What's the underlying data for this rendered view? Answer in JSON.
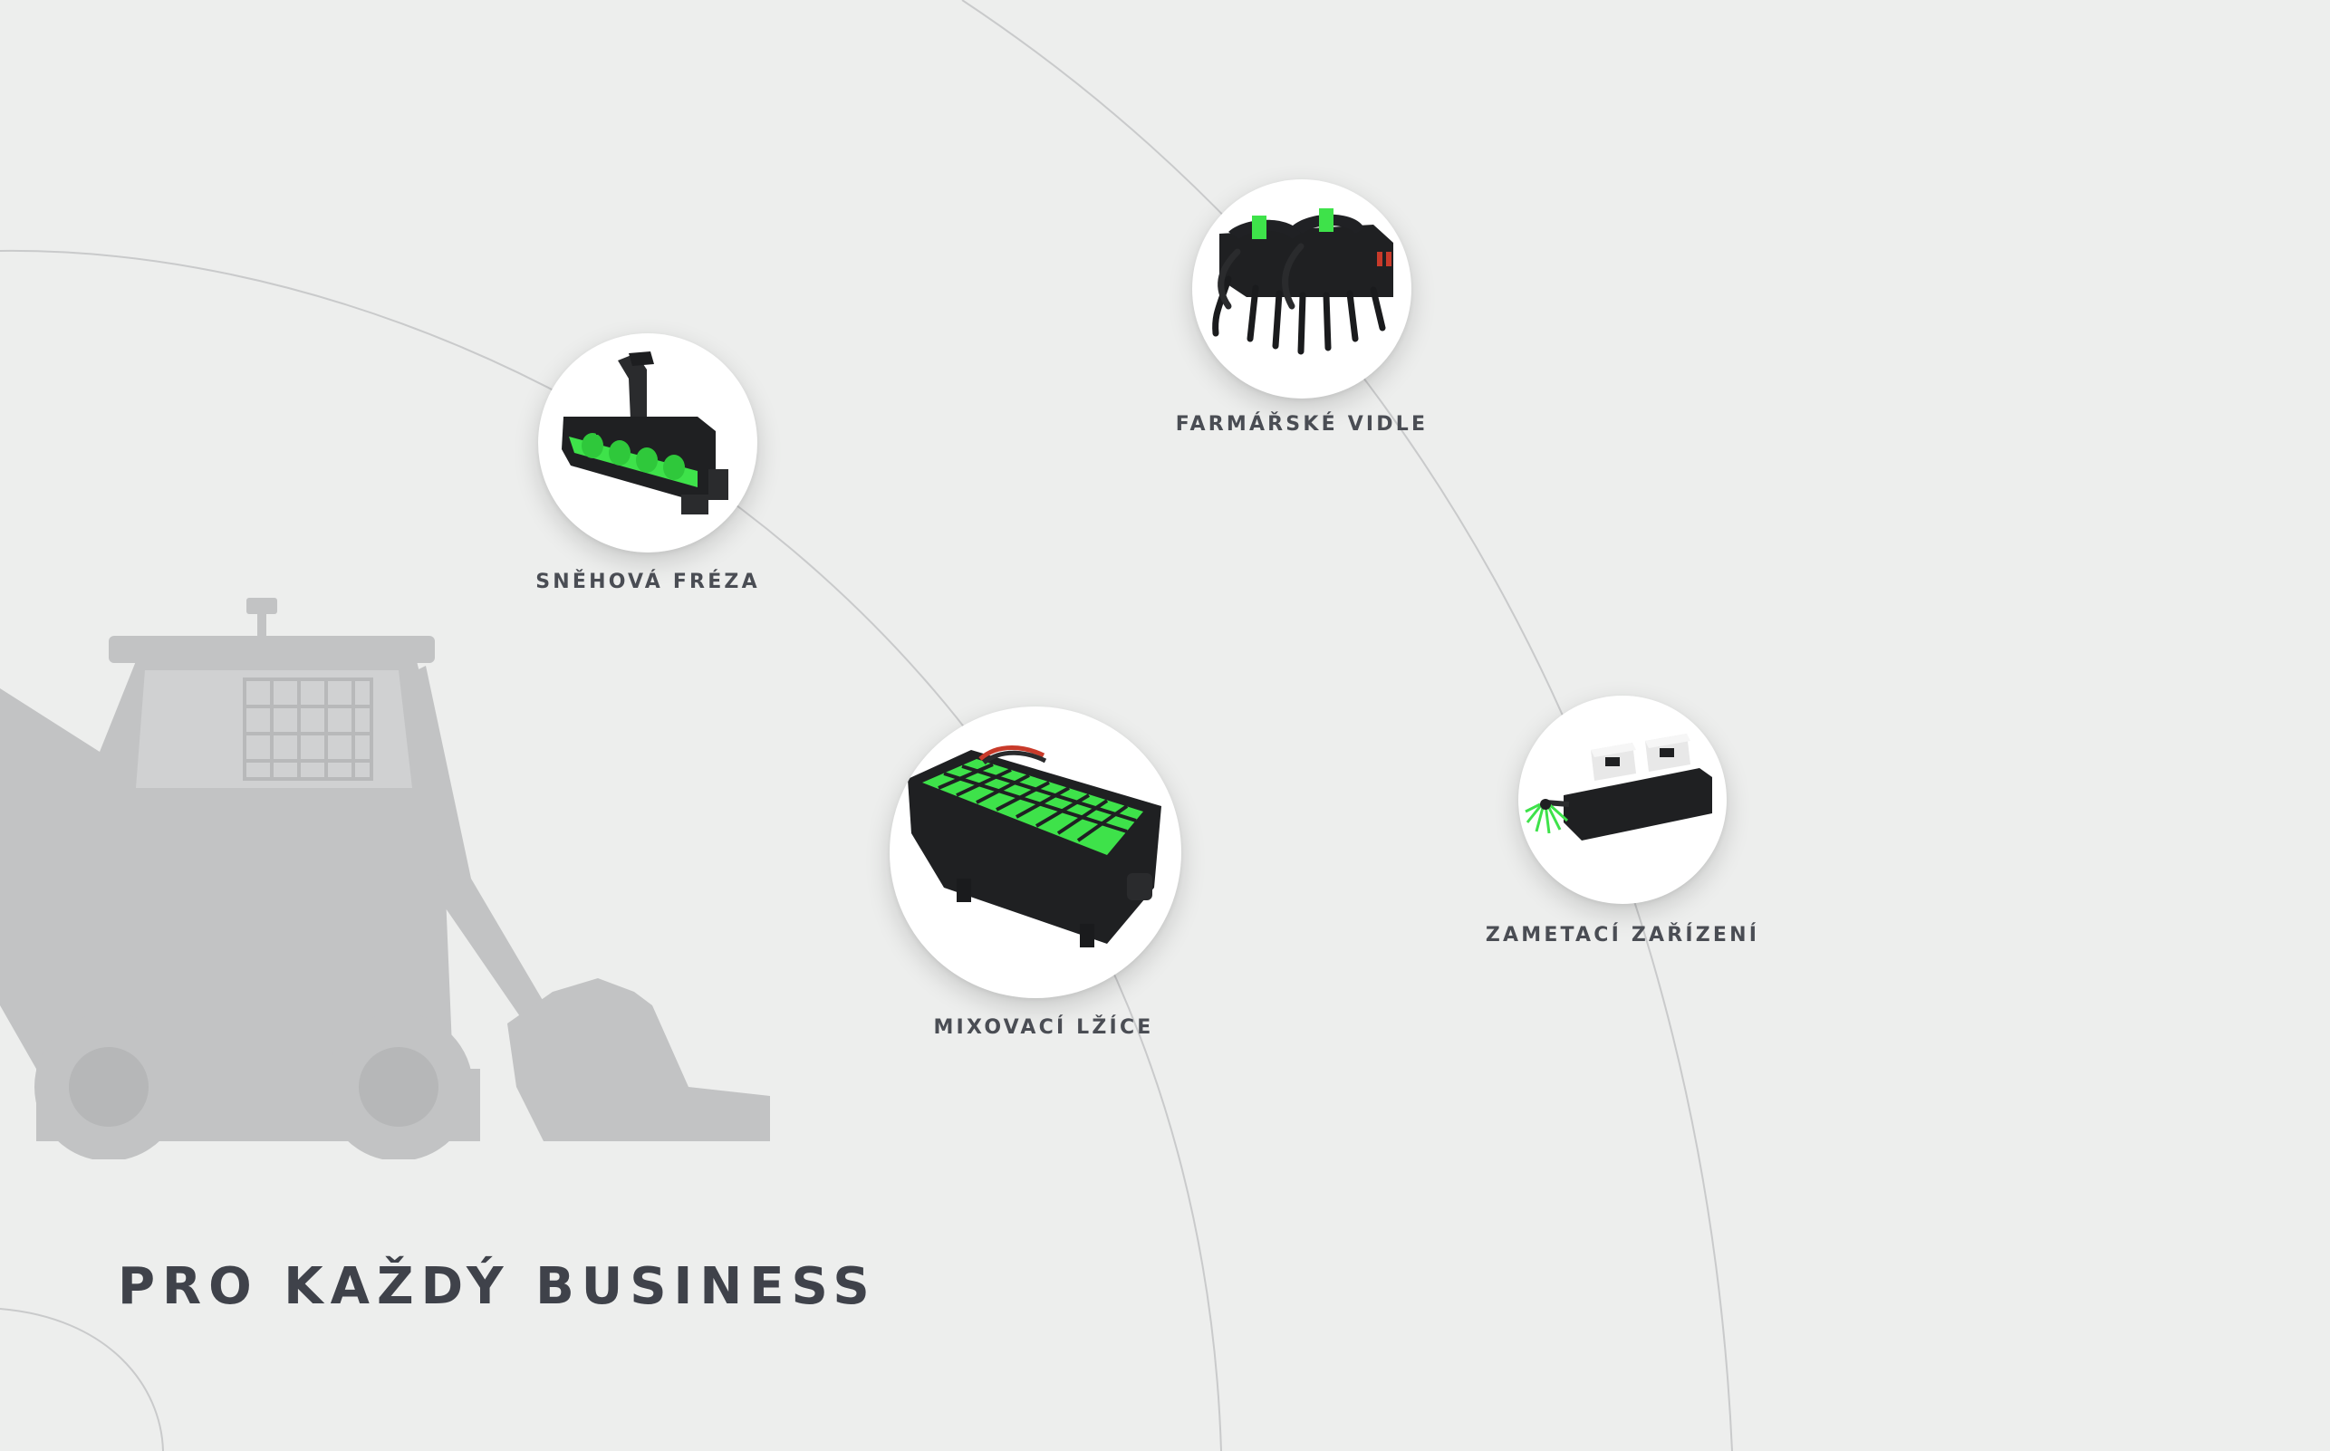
{
  "headline": "PRO KAŽDÝ BUSINESS",
  "colors": {
    "background": "#edeeed",
    "accent_green": "#3ee24a",
    "label_text": "#4a4d54",
    "headline_text": "#3f424a",
    "silhouette": "#c2c3c4",
    "arc_line": "#c9cacb"
  },
  "products": [
    {
      "id": "snowblower",
      "label": "SNĚHOVÁ FRÉZA",
      "icon": "snow-blower-image"
    },
    {
      "id": "grapple",
      "label": "FARMÁŘSKÉ VIDLE",
      "icon": "grapple-fork-image"
    },
    {
      "id": "mixer",
      "label": "MIXOVACÍ LŽÍCE",
      "icon": "mixing-bucket-image"
    },
    {
      "id": "sweeper",
      "label": "ZAMETACÍ ZAŘÍZENÍ",
      "icon": "sweeper-image"
    }
  ]
}
